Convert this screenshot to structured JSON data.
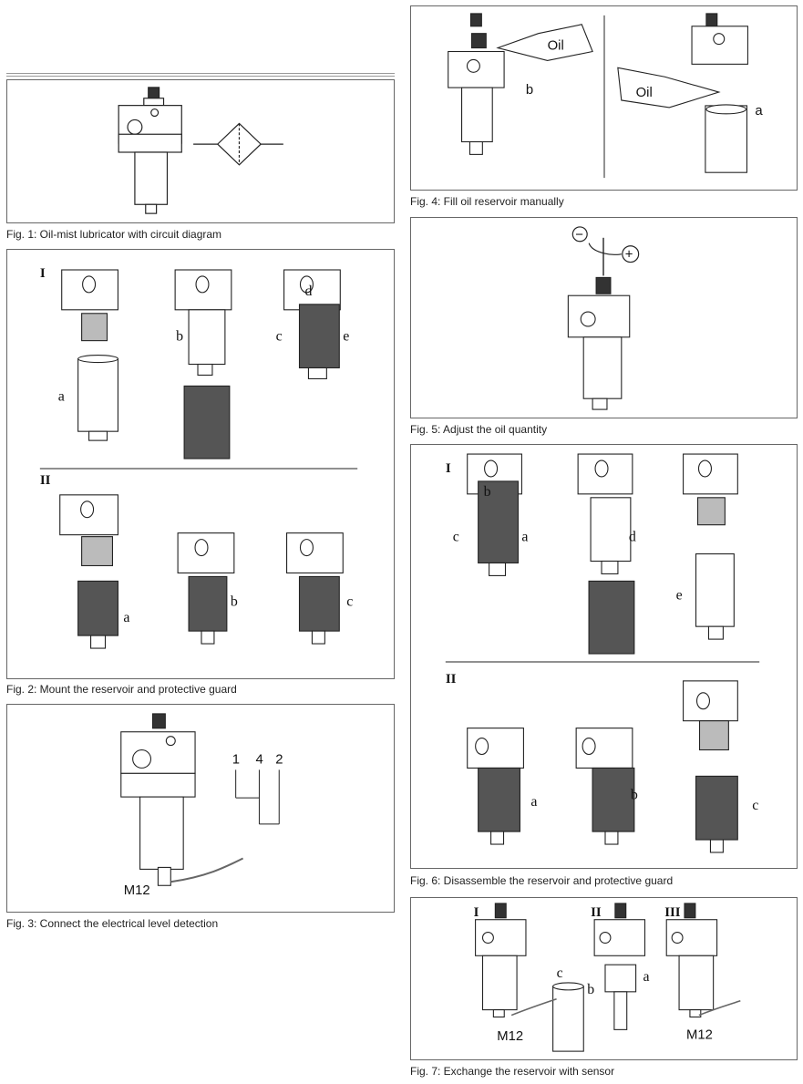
{
  "figures": {
    "fig1": {
      "caption": "Fig. 1: Oil-mist lubricator with circuit diagram"
    },
    "fig2": {
      "caption": "Fig. 2: Mount the reservoir and protective guard",
      "step_I": "I",
      "step_II": "II",
      "labels": {
        "a1": "a",
        "b1": "b",
        "c1": "c",
        "d1": "d",
        "e1": "e",
        "a2": "a",
        "b2": "b",
        "c2": "c"
      }
    },
    "fig3": {
      "caption": "Fig. 3: Connect the electrical level detection",
      "pins": [
        "1",
        "4",
        "2"
      ],
      "connector": "M12"
    },
    "fig4": {
      "caption": "Fig. 4: Fill oil reservoir manually",
      "tag1": "Oil",
      "tag2": "Oil",
      "label_b": "b",
      "label_a": "a"
    },
    "fig5": {
      "caption": "Fig. 5: Adjust the oil quantity",
      "minus": "−",
      "plus": "+"
    },
    "fig6": {
      "caption": "Fig. 6: Disassemble the reservoir and protective guard",
      "step_I": "I",
      "step_II": "II",
      "labels": {
        "a1": "a",
        "b1": "b",
        "c1": "c",
        "d1": "d",
        "e1": "e",
        "a2": "a",
        "b2": "b",
        "c2": "c"
      }
    },
    "fig7": {
      "caption": "Fig. 7: Exchange the reservoir with sensor",
      "step_I": "I",
      "step_II": "II",
      "step_III": "III",
      "labels": {
        "c": "c",
        "b": "b",
        "a": "a"
      },
      "connector1": "M12",
      "connector2": "M12"
    }
  }
}
